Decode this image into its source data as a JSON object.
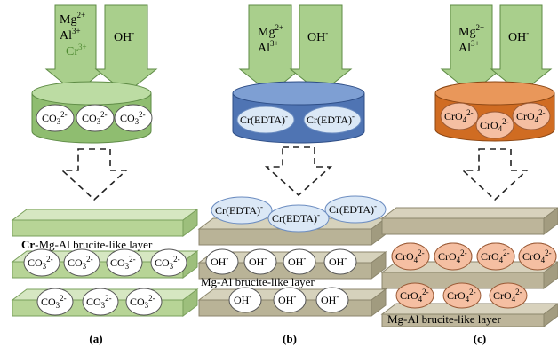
{
  "colors": {
    "green": "#a9cf8c",
    "green_dark": "#7fae63",
    "blue": "#5a7fbe",
    "blue_dark": "#3d5f9e",
    "orange": "#d9722a",
    "orange_dark": "#a8541b",
    "layer_a": "#bdd6a0",
    "layer_b": "#c5c0a6",
    "layer_c": "#c9c2a8",
    "ion_blue": "#dbe8f6",
    "ion_orange": "#f5bfa2"
  },
  "panels": {
    "a": {
      "caption": "(a)",
      "cation_arrow": [
        "Mg",
        "Al",
        "Cr"
      ],
      "cation_charges": [
        "2+",
        "3+",
        "3+"
      ],
      "anion_arrow": "OH",
      "anion_charge": "-",
      "beaker_ions": [
        "CO",
        "CO",
        "CO"
      ],
      "beaker_ion_sub": "3",
      "beaker_ion_charge": "2-",
      "layer_label_prefix": "Cr",
      "layer_label_rest": "-Mg-Al brucite-like layer",
      "interlayer_row1": [
        "CO",
        "CO",
        "CO",
        "CO"
      ],
      "interlayer_row2": [
        "CO",
        "CO",
        "CO"
      ]
    },
    "b": {
      "caption": "(b)",
      "cation_arrow": [
        "Mg",
        "Al"
      ],
      "cation_charges": [
        "2+",
        "3+"
      ],
      "anion_arrow": "OH",
      "anion_charge": "-",
      "beaker_ions": [
        "Cr(EDTA)",
        "Cr(EDTA)"
      ],
      "beaker_ion_charge": "-",
      "top_ions": [
        "Cr(EDTA)",
        "Cr(EDTA)",
        "Cr(EDTA)"
      ],
      "top_ion_charge": "-",
      "layer_label": "Mg-Al brucite-like layer",
      "interlayer_row1": [
        "OH",
        "OH",
        "OH",
        "OH"
      ],
      "interlayer_row2": [
        "OH",
        "OH",
        "OH"
      ],
      "interlayer_charge": "-"
    },
    "c": {
      "caption": "(c)",
      "cation_arrow": [
        "Mg",
        "Al"
      ],
      "cation_charges": [
        "2+",
        "3+"
      ],
      "anion_arrow": "OH",
      "anion_charge": "-",
      "beaker_ions": [
        "CrO",
        "CrO",
        "CrO"
      ],
      "beaker_ion_sub": "4",
      "beaker_ion_charge": "2-",
      "layer_label": "Mg-Al brucite-like layer",
      "interlayer_row1": [
        "CrO",
        "CrO",
        "CrO",
        "CrO"
      ],
      "interlayer_row2": [
        "CrO",
        "CrO",
        "CrO"
      ]
    }
  }
}
